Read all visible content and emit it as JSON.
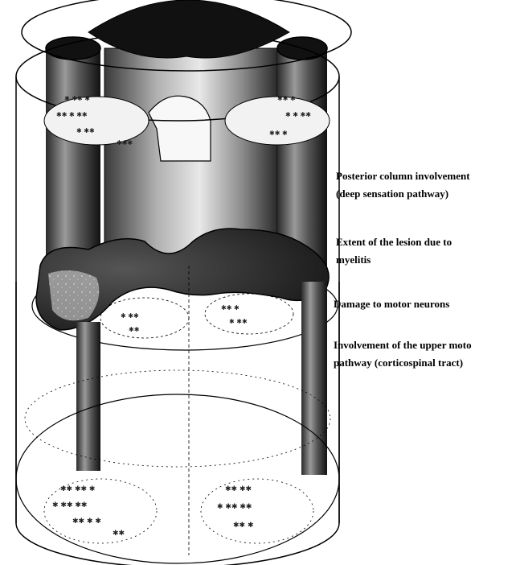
{
  "labels": {
    "posterior_line1": "Posterior column involvement",
    "posterior_line2": "(deep sensation pathway)",
    "lesion_line1": "Extent of the lesion due to",
    "lesion_line2": "myelitis",
    "motor_neurons": "Damage to  motor neurons",
    "upper_line1": "Involvement of the upper moto",
    "upper_line2": "pathway (corticospinal tract)"
  },
  "colors": {
    "outline": "#000000",
    "column_dark": "#1a1a1a",
    "column_mid": "#777777",
    "lesion": "#2a2a2a",
    "background": "#ffffff"
  }
}
